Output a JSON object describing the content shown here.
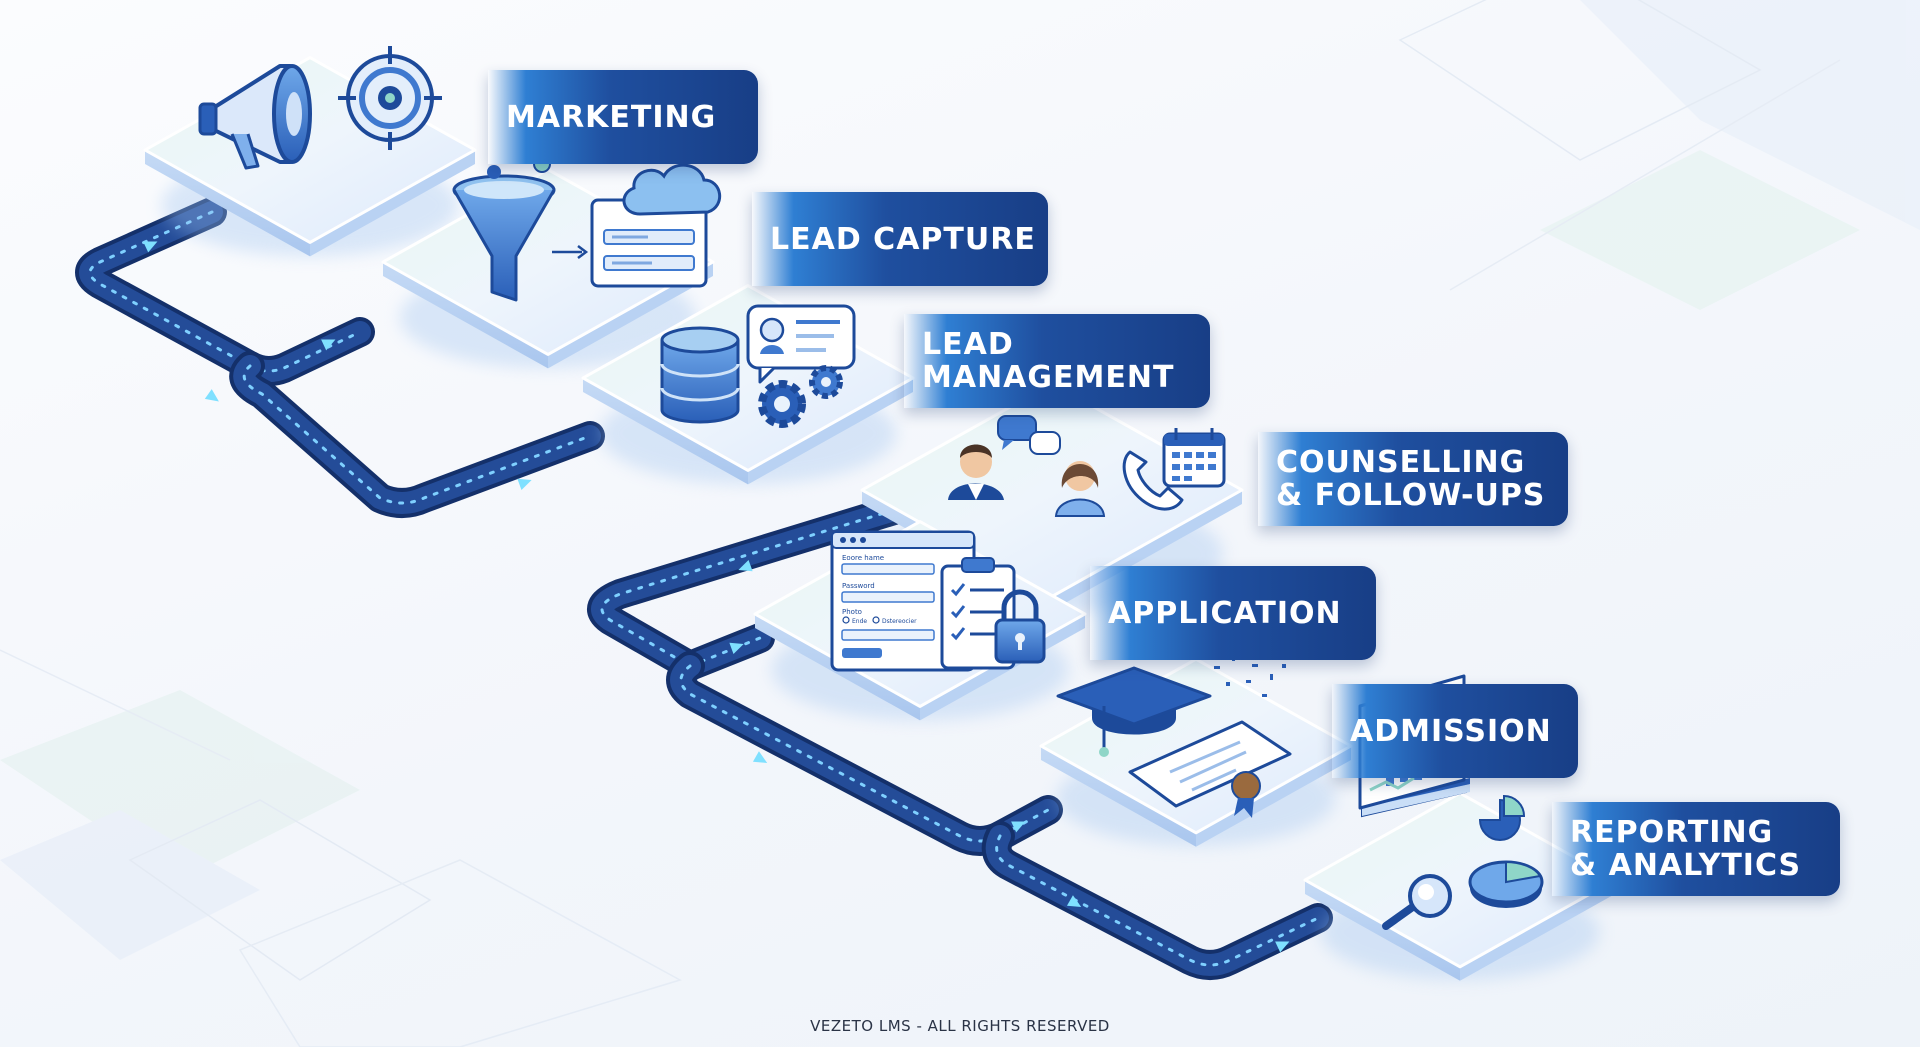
{
  "stages": [
    {
      "label": "MARKETING"
    },
    {
      "label": "LEAD CAPTURE"
    },
    {
      "label": "LEAD\nMANAGEMENT"
    },
    {
      "label": "COUNSELLING\n& FOLLOW-UPS"
    },
    {
      "label": "APPLICATION"
    },
    {
      "label": "ADMISSION"
    },
    {
      "label": "REPORTING\n& ANALYTICS"
    }
  ],
  "application_form": {
    "field_1": "Eoore hame",
    "field_2": "Password",
    "field_3": "Photo",
    "option_1": "Ende",
    "option_2": "Dstereocier"
  },
  "footer": "VEZETO LMS - ALL RIGHTS RESERVED",
  "colors": {
    "label_navy": "#183e86",
    "label_blue": "#2f7fd3",
    "path_navy": "#1a3a78",
    "platform_mint": "#e7f6f1",
    "platform_blue": "#d9e8fb"
  }
}
